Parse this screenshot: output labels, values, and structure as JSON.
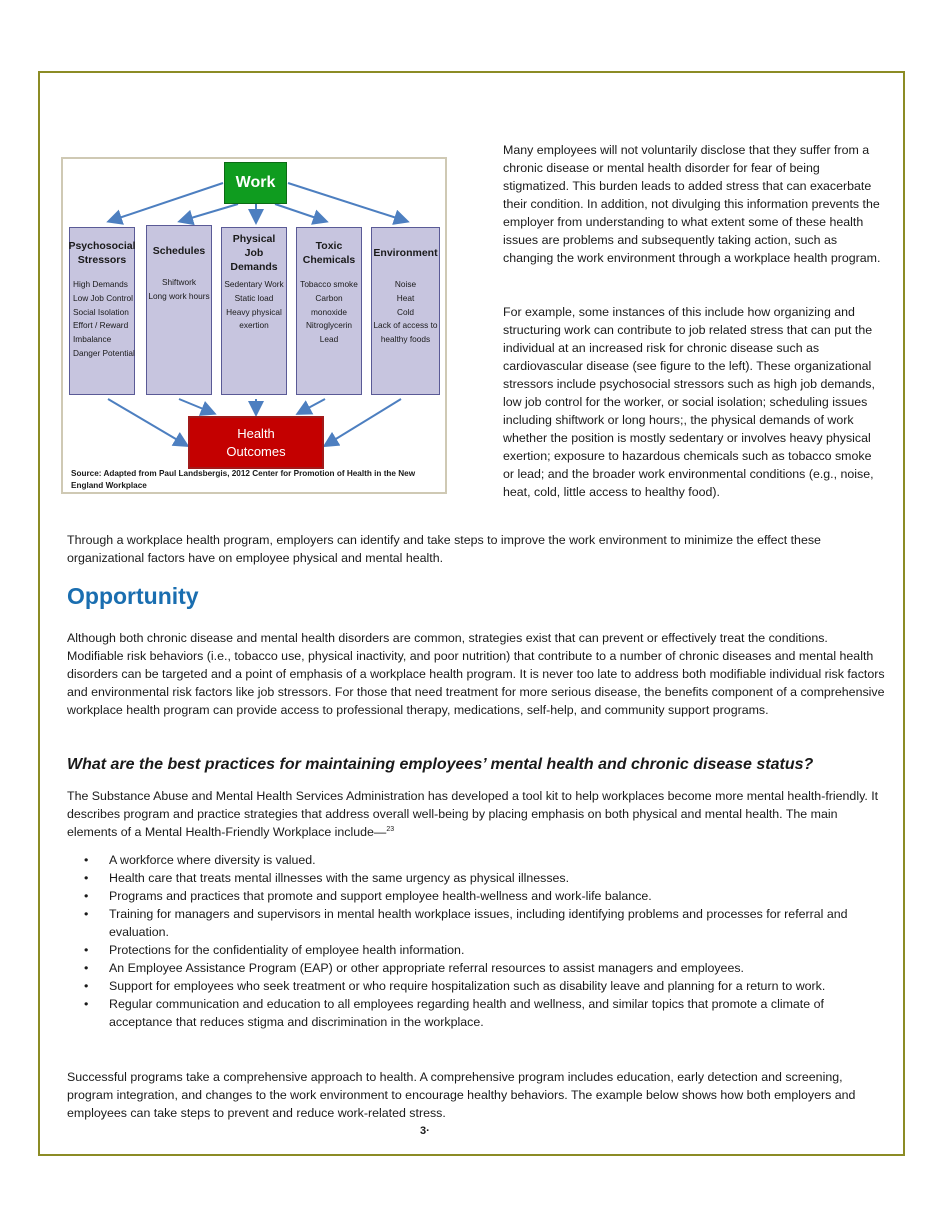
{
  "diagram": {
    "top_label": "Work",
    "columns": [
      {
        "header": "Psychosocial Stressors",
        "items": [
          "High Demands",
          "Low Job Control",
          "Social Isolation",
          "Effort / Reward",
          "Imbalance",
          "Danger Potential"
        ]
      },
      {
        "header": "Schedules",
        "items": [
          "Shiftwork",
          "Long work hours"
        ]
      },
      {
        "header": "Physical Job Demands",
        "items": [
          "Sedentary Work",
          "Static load",
          "Heavy physical",
          "exertion"
        ]
      },
      {
        "header": "Toxic Chemicals",
        "items": [
          "Tobacco smoke",
          "Carbon",
          "monoxide",
          "Nitroglycerin",
          "Lead"
        ]
      },
      {
        "header": "Environment",
        "items": [
          "Noise",
          "Heat",
          "Cold",
          "Lack of access to",
          "healthy foods"
        ]
      }
    ],
    "outcome_line1": "Health",
    "outcome_line2": "Outcomes",
    "source": "Source: Adapted from Paul Landsbergis, 2012 Center for Promotion of Health in the New England Workplace"
  },
  "right_para1": "Many employees will not voluntarily disclose that they suffer from a chronic disease or mental health disorder for fear of being stigmatized. This burden leads to added stress that can exacerbate their condition. In addition, not divulging this information prevents the employer from understanding to what extent some of these health issues are problems and subsequently taking action, such as changing the work environment through a workplace health program.",
  "right_para2": "For example, some instances of this include how  organizing and structuring work can contribute to job related stress that can put the individual at an increased risk for chronic disease such as cardiovascular disease (see figure to the left). These organizational stressors include psychosocial stressors such as high job demands, low job control for the worker, or social isolation; scheduling issues including shiftwork or long hours;, the physical demands of work whether the position is mostly sedentary or involves heavy physical exertion; exposure to hazardous chemicals such as tobacco smoke or lead; and the broader work environmental conditions (e.g., noise, heat, cold, little access to healthy food).",
  "intro_para": "Through a workplace health program, employers can identify and take steps to improve the work environment to minimize the effect these organizational factors have on employee physical and mental health.",
  "heading_opportunity": "Opportunity",
  "opportunity_para": "Although both chronic disease and mental health disorders are common, strategies exist that can prevent or effectively treat the conditions. Modifiable risk behaviors (i.e., tobacco use, physical inactivity, and poor nutrition) that contribute to a number of chronic diseases and mental health disorders can be targeted and a point of emphasis of a workplace health program. It is never too late to address both modifiable individual risk factors and environmental risk factors like job stressors. For those that need treatment for more serious disease, the benefits component of a comprehensive workplace health program can provide access to professional therapy, medications, self-help, and community support programs.",
  "subheading": "What are the best practices for maintaining employees’ mental health and chronic disease status?",
  "samhsa_para": "The Substance Abuse and Mental Health Services Administration has developed a tool kit to help workplaces become more mental health-friendly. It describes program and practice strategies that address overall well-being by placing emphasis on both physical and mental health. The main elements of a Mental Health-Friendly Workplace include—",
  "samhsa_ref": "23",
  "bullet_char": "•",
  "bullets": [
    "A workforce where diversity is valued.",
    "Health care that treats mental illnesses with the same urgency as physical illnesses.",
    "Programs and practices that promote and support employee health-wellness and work-life balance.",
    "Training for managers and supervisors in mental health workplace issues, including identifying problems and processes for referral and evaluation.",
    "Protections for the confidentiality of employee health information.",
    "An Employee Assistance Program (EAP) or other appropriate referral resources to assist managers and employees.",
    "Support for employees who seek treatment or who require hospitalization such as disability leave and planning for a return to work.",
    "Regular communication and education to all employees regarding health and wellness, and similar topics that promote a climate of acceptance that reduces stigma and discrimination in the workplace."
  ],
  "closing_para": "Successful programs take a comprehensive approach to health. A comprehensive program includes education, early detection and screening, program integration, and changes to the work environment to encourage healthy behaviors. The example below shows how both employers and employees can take steps to prevent and reduce work-related stress.",
  "page_number": "3·"
}
